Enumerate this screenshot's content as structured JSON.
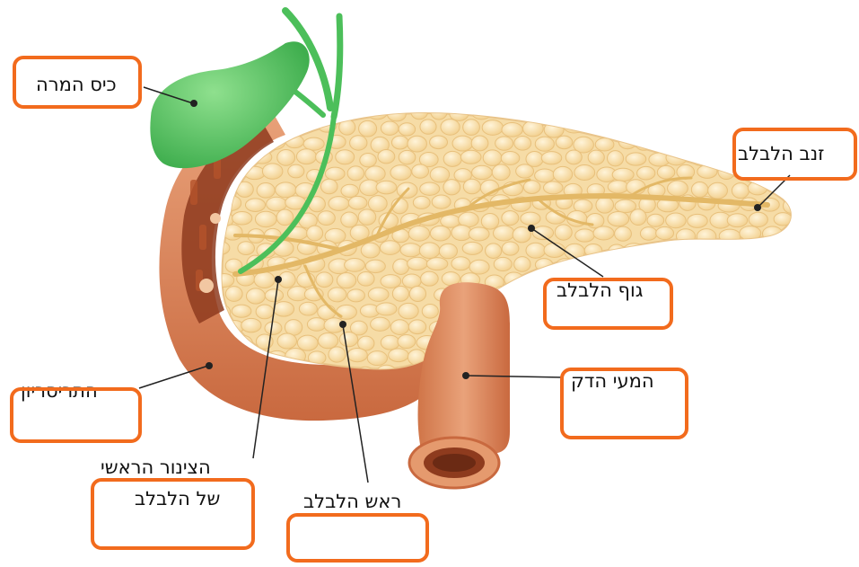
{
  "labels": {
    "gallbladder": "כיס המרה",
    "tail": "זנב הלבלב",
    "body": "גוף הלבלב",
    "small_intestine": "המעי הדק",
    "duodenum": "התריסריון",
    "main_duct_line1": "הצינור הראשי",
    "main_duct_line2": "של הלבלב",
    "head": "ראש הלבלב"
  },
  "colors": {
    "box_border": "#F26B1D",
    "pancreas": "#F6DCA6",
    "gallbladder": "#5CC463",
    "duodenum": "#D9865A"
  }
}
